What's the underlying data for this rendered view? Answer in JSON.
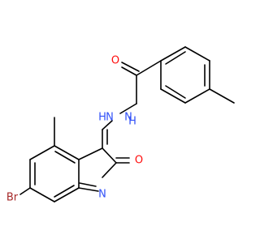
{
  "molecule": {
    "atom_labels": {
      "carbonyl_oxygen": "O",
      "lactam_oxygen": "O",
      "amide_nitrogen_h": "H",
      "amide_nitrogen": "N",
      "hydrazone_nitrogen_h": "H",
      "hydrazone_nitrogen": "N",
      "ring_nitrogen": "N",
      "bromine": "Br"
    },
    "colors": {
      "bond": "#000000",
      "oxygen": "#ff0d0d",
      "nitrogen": "#3050f8",
      "bromine": "#a62929"
    }
  }
}
